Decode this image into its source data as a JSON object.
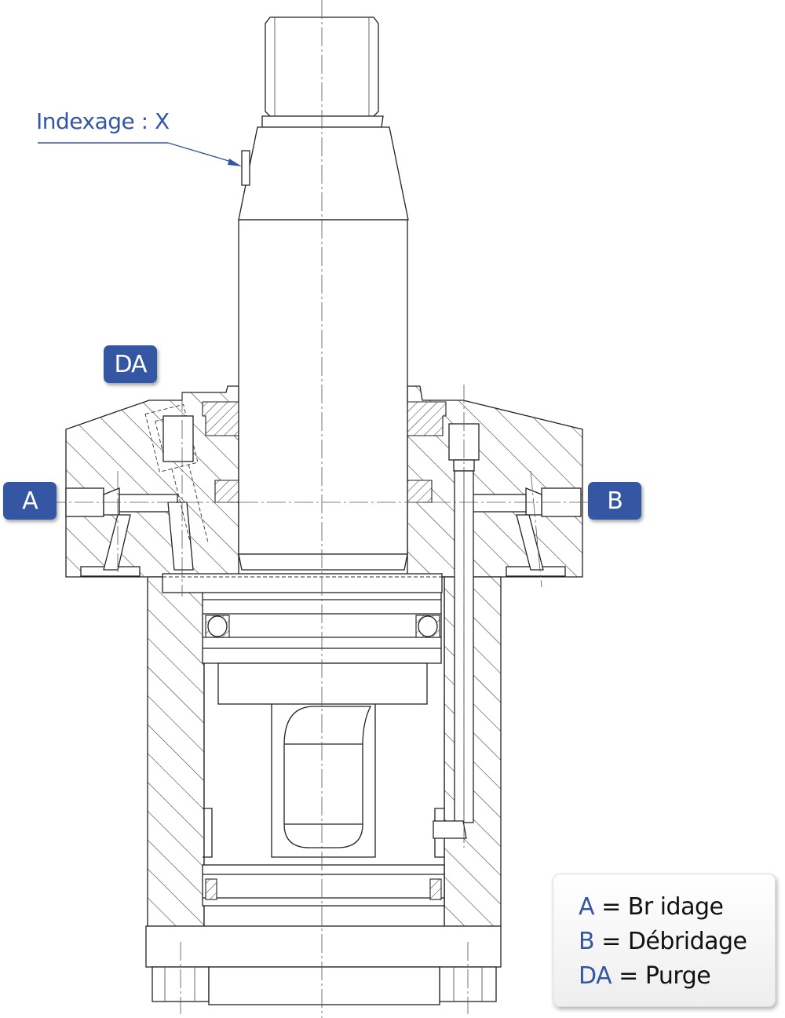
{
  "callout": {
    "text": "Indexage : X"
  },
  "ports": {
    "da": "DA",
    "a": "A",
    "b": "B"
  },
  "legend": {
    "items": [
      {
        "key": "A",
        "eq": " = ",
        "label": "Br idage"
      },
      {
        "key": "B",
        "eq": " = ",
        "label": "Débridage"
      },
      {
        "key": "DA",
        "eq": " = ",
        "label": "Purge"
      }
    ]
  },
  "colors": {
    "accent": "#3556a2",
    "line": "#222222",
    "background": "#ffffff"
  }
}
